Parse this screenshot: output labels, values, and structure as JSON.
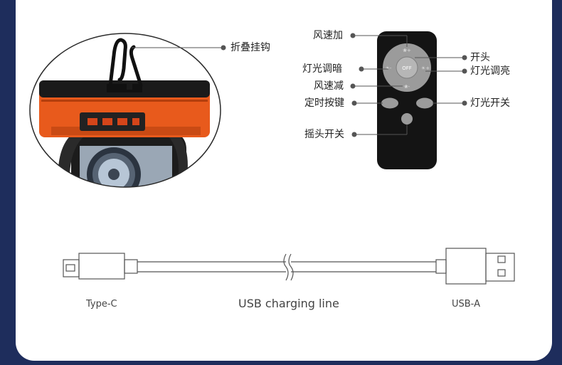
{
  "colors": {
    "page_bg": "#1e2d5c",
    "card_bg": "#ffffff",
    "device_orange": "#e85a1c",
    "remote_black": "#141414",
    "line_gray": "#555555"
  },
  "device_callout": {
    "hook_label": "折叠挂钩"
  },
  "remote": {
    "off_label": "OFF",
    "left_callouts": {
      "speed_up": "风速加",
      "light_dim": "灯光调暗",
      "speed_down": "风速减",
      "timer": "定时按键",
      "oscillate": "摇头开关"
    },
    "right_callouts": {
      "power": "开头",
      "light_bright": "灯光调亮",
      "light_switch": "灯光开关"
    }
  },
  "cable": {
    "left_label": "Type-C",
    "center_label": "USB charging line",
    "right_label": "USB-A"
  }
}
